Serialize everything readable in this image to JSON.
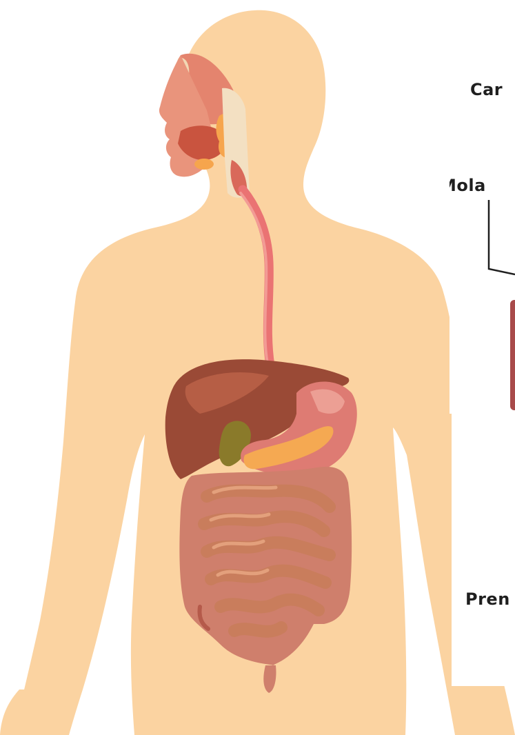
{
  "inset_labels": {
    "canine": "Car",
    "molar": "Mola",
    "premolar": "Pren"
  },
  "colors": {
    "skin": "#fbd3a1",
    "esophagus": "#ea7373",
    "liver": "#9a4a36",
    "stomach": "#de7b73",
    "pancreas": "#f5a952",
    "gallbladder": "#8a7a2a",
    "intestine": "#c97d5c",
    "colon": "#cf7f6c"
  },
  "icons": {
    "body": "human-silhouette",
    "organs": "digestive-system"
  }
}
